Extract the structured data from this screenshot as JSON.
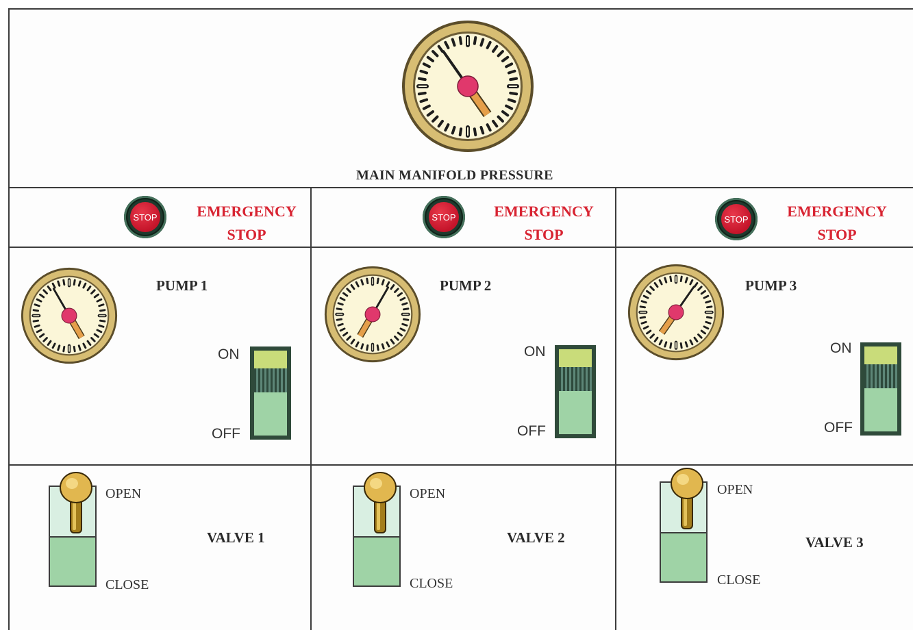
{
  "main": {
    "title": "MAIN MANIFOLD PRESSURE",
    "gauge_icon": "pressure-gauge-icon"
  },
  "emergency": {
    "button_text": "STOP",
    "label_line1": "EMERGENCY",
    "label_line2": "STOP",
    "icon": "stop-button-icon"
  },
  "pumps": [
    {
      "label": "PUMP 1",
      "on_label": "ON",
      "off_label": "OFF"
    },
    {
      "label": "PUMP 2",
      "on_label": "ON",
      "off_label": "OFF"
    },
    {
      "label": "PUMP 3",
      "on_label": "ON",
      "off_label": "OFF"
    }
  ],
  "valves": [
    {
      "label": "VALVE 1",
      "open_label": "OPEN",
      "close_label": "CLOSE"
    },
    {
      "label": "VALVE 2",
      "open_label": "OPEN",
      "close_label": "CLOSE"
    },
    {
      "label": "VALVE 3",
      "open_label": "OPEN",
      "close_label": "CLOSE"
    }
  ],
  "colors": {
    "stop_red": "#d82432",
    "gauge_face": "#fbf6d8",
    "gauge_rim": "#d7bd73",
    "needle": "#e59f4a",
    "hub": "#e0386c",
    "switch_on": "#c9dc7a",
    "switch_body": "#9fd3a6"
  }
}
